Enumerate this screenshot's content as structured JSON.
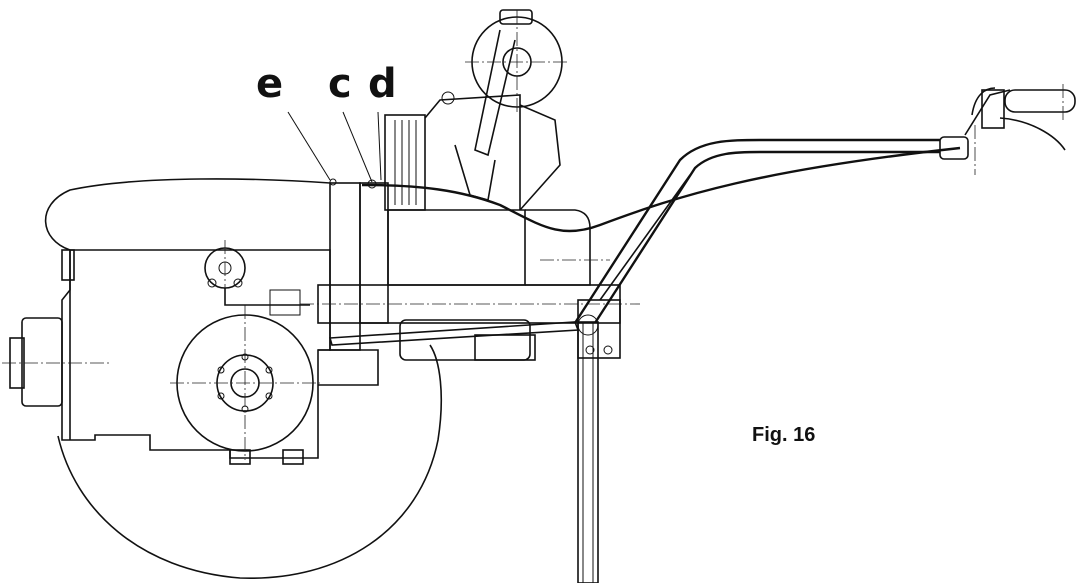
{
  "callouts": {
    "e": "e",
    "c": "c",
    "d": "d"
  },
  "caption": "Fig. 16"
}
